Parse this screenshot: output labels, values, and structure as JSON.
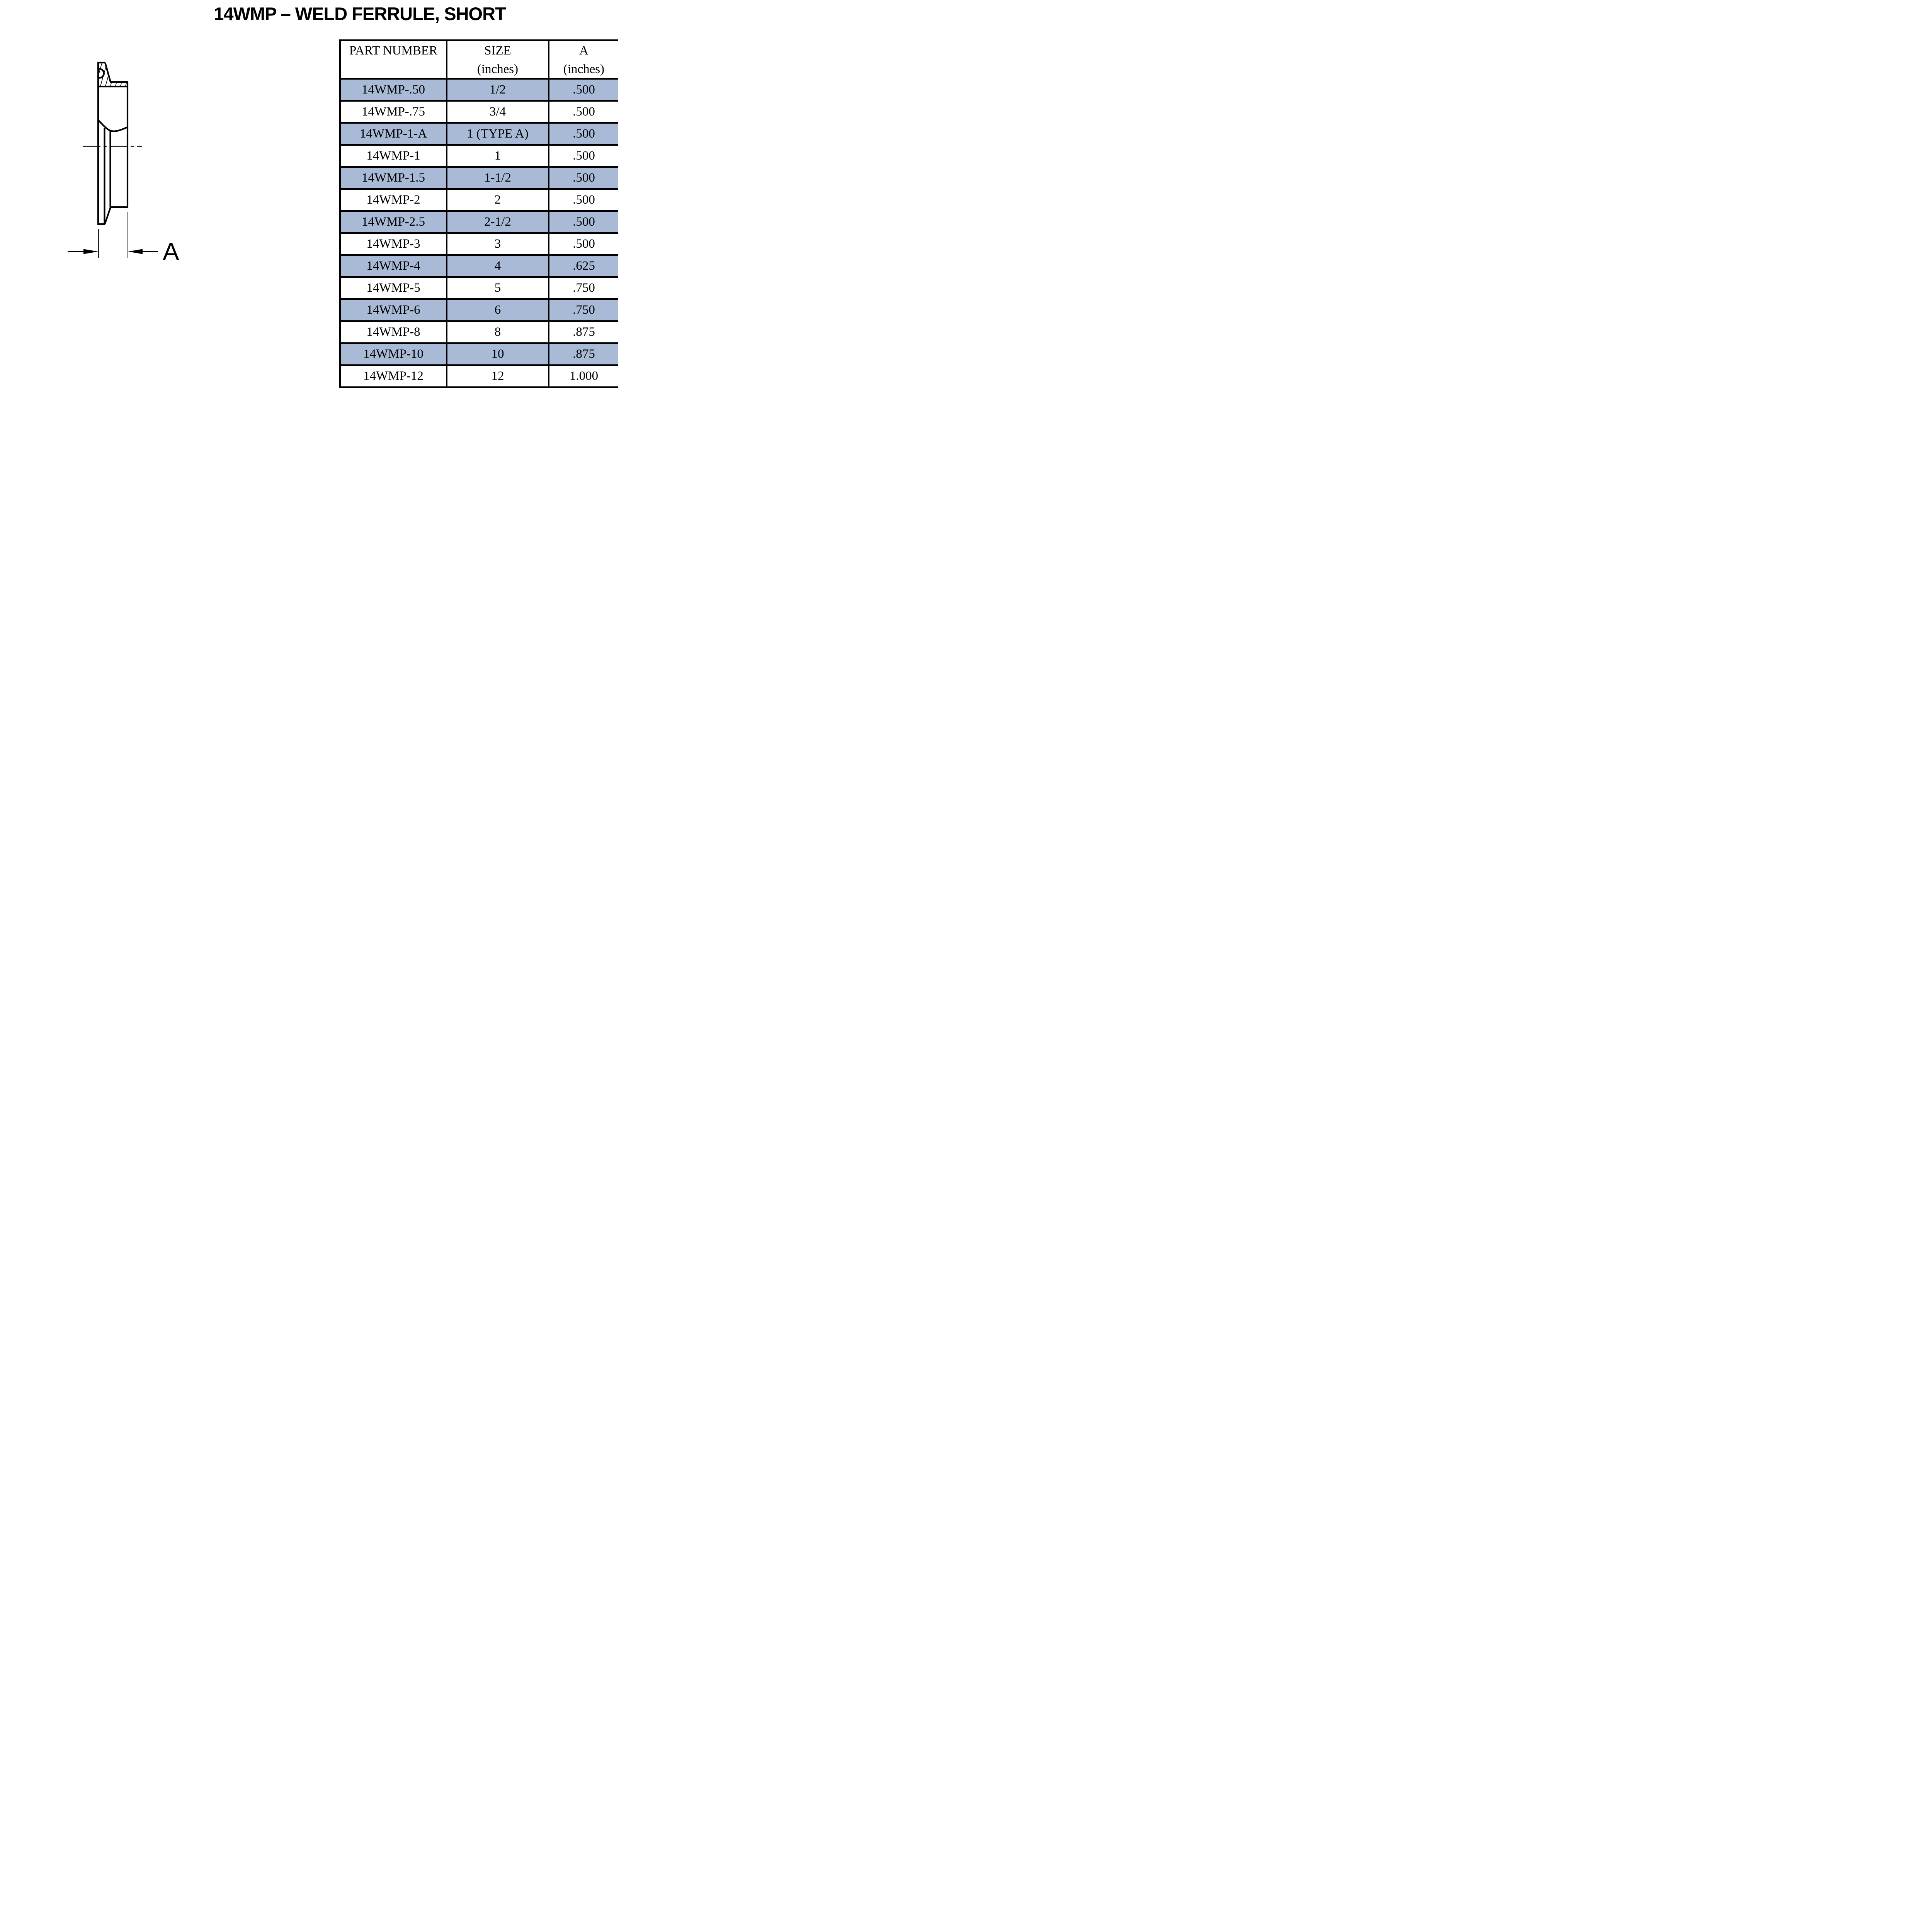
{
  "page": {
    "title": "14WMP – WELD FERRULE, SHORT",
    "background": "#ffffff"
  },
  "drawing": {
    "dimension_label": "A"
  },
  "table": {
    "colors": {
      "row_highlight": "#a9bad7",
      "row_default": "#ffffff",
      "border": "#000000"
    },
    "headers": {
      "part_number_line1": "PART NUMBER",
      "part_number_line2": "",
      "size_line1": "SIZE",
      "size_line2": "(inches)",
      "a_line1": "A",
      "a_line2": "(inches)"
    },
    "rows": [
      {
        "part_number": "14WMP-.50",
        "size": "1/2",
        "a": ".500",
        "highlighted": true
      },
      {
        "part_number": "14WMP-.75",
        "size": "3/4",
        "a": ".500",
        "highlighted": false
      },
      {
        "part_number": "14WMP-1-A",
        "size": "1 (TYPE A)",
        "a": ".500",
        "highlighted": true
      },
      {
        "part_number": "14WMP-1",
        "size": "1",
        "a": ".500",
        "highlighted": false
      },
      {
        "part_number": "14WMP-1.5",
        "size": "1-1/2",
        "a": ".500",
        "highlighted": true
      },
      {
        "part_number": "14WMP-2",
        "size": "2",
        "a": ".500",
        "highlighted": false
      },
      {
        "part_number": "14WMP-2.5",
        "size": "2-1/2",
        "a": ".500",
        "highlighted": true
      },
      {
        "part_number": "14WMP-3",
        "size": "3",
        "a": ".500",
        "highlighted": false
      },
      {
        "part_number": "14WMP-4",
        "size": "4",
        "a": ".625",
        "highlighted": true
      },
      {
        "part_number": "14WMP-5",
        "size": "5",
        "a": ".750",
        "highlighted": false
      },
      {
        "part_number": "14WMP-6",
        "size": "6",
        "a": ".750",
        "highlighted": true
      },
      {
        "part_number": "14WMP-8",
        "size": "8",
        "a": ".875",
        "highlighted": false
      },
      {
        "part_number": "14WMP-10",
        "size": "10",
        "a": ".875",
        "highlighted": true
      },
      {
        "part_number": "14WMP-12",
        "size": "12",
        "a": "1.000",
        "highlighted": false
      }
    ]
  }
}
